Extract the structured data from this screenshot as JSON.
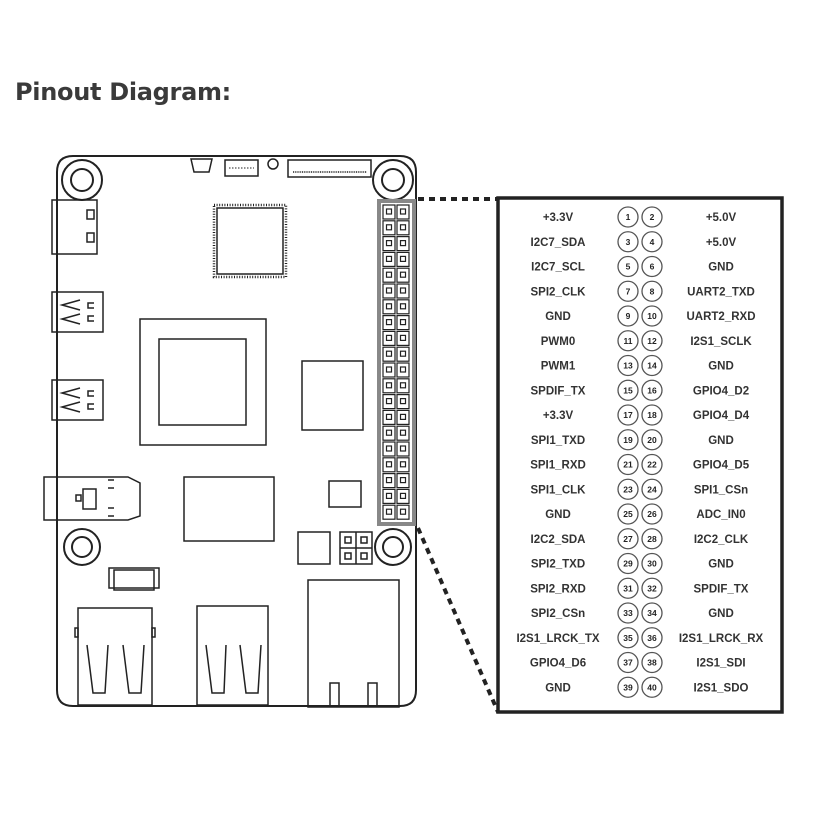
{
  "title": "Pinout Diagram:",
  "pins": [
    {
      "left": "+3.3V",
      "left_num": "1",
      "right_num": "2",
      "right": "+5.0V"
    },
    {
      "left": "I2C7_SDA",
      "left_num": "3",
      "right_num": "4",
      "right": "+5.0V"
    },
    {
      "left": "I2C7_SCL",
      "left_num": "5",
      "right_num": "6",
      "right": "GND"
    },
    {
      "left": "SPI2_CLK",
      "left_num": "7",
      "right_num": "8",
      "right": "UART2_TXD"
    },
    {
      "left": "GND",
      "left_num": "9",
      "right_num": "10",
      "right": "UART2_RXD"
    },
    {
      "left": "PWM0",
      "left_num": "11",
      "right_num": "12",
      "right": "I2S1_SCLK"
    },
    {
      "left": "PWM1",
      "left_num": "13",
      "right_num": "14",
      "right": "GND"
    },
    {
      "left": "SPDIF_TX",
      "left_num": "15",
      "right_num": "16",
      "right": "GPIO4_D2"
    },
    {
      "left": "+3.3V",
      "left_num": "17",
      "right_num": "18",
      "right": "GPIO4_D4"
    },
    {
      "left": "SPI1_TXD",
      "left_num": "19",
      "right_num": "20",
      "right": "GND"
    },
    {
      "left": "SPI1_RXD",
      "left_num": "21",
      "right_num": "22",
      "right": "GPIO4_D5"
    },
    {
      "left": "SPI1_CLK",
      "left_num": "23",
      "right_num": "24",
      "right": "SPI1_CSn"
    },
    {
      "left": "GND",
      "left_num": "25",
      "right_num": "26",
      "right": "ADC_IN0"
    },
    {
      "left": "I2C2_SDA",
      "left_num": "27",
      "right_num": "28",
      "right": "I2C2_CLK"
    },
    {
      "left": "SPI2_TXD",
      "left_num": "29",
      "right_num": "30",
      "right": "GND"
    },
    {
      "left": "SPI2_RXD",
      "left_num": "31",
      "right_num": "32",
      "right": "SPDIF_TX"
    },
    {
      "left": "SPI2_CSn",
      "left_num": "33",
      "right_num": "34",
      "right": "GND"
    },
    {
      "left": "I2S1_LRCK_TX",
      "left_num": "35",
      "right_num": "36",
      "right": "I2S1_LRCK_RX"
    },
    {
      "left": "GPIO4_D6",
      "left_num": "37",
      "right_num": "38",
      "right": "I2S1_SDI"
    },
    {
      "left": "GND",
      "left_num": "39",
      "right_num": "40",
      "right": "I2S1_SDO"
    }
  ],
  "colors": {
    "line": "#222222",
    "header_highlight": "#888888",
    "title": "#3a3a3a"
  }
}
